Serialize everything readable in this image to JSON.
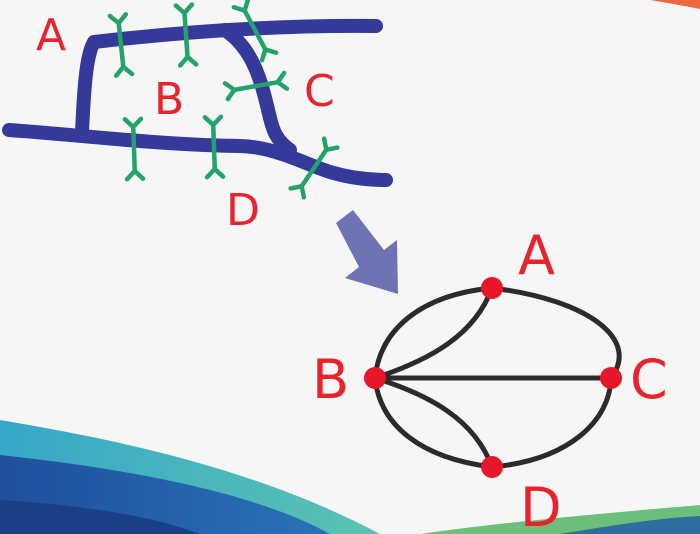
{
  "map": {
    "region_labels": [
      "A",
      "B",
      "C",
      "D"
    ],
    "bridge_count": 7,
    "river_color": "#353a9a",
    "bridge_color": "#23a26b"
  },
  "graph": {
    "nodes": [
      "A",
      "B",
      "C",
      "D"
    ],
    "edges": [
      [
        "A",
        "B"
      ],
      [
        "A",
        "B"
      ],
      [
        "A",
        "C"
      ],
      [
        "B",
        "C"
      ],
      [
        "B",
        "D"
      ],
      [
        "B",
        "D"
      ],
      [
        "C",
        "D"
      ]
    ],
    "node_color": "#e6172b",
    "edge_color": "#2b2b2b"
  },
  "arrow": {
    "color": "#6e73b4"
  },
  "label_color": "#e8232b"
}
